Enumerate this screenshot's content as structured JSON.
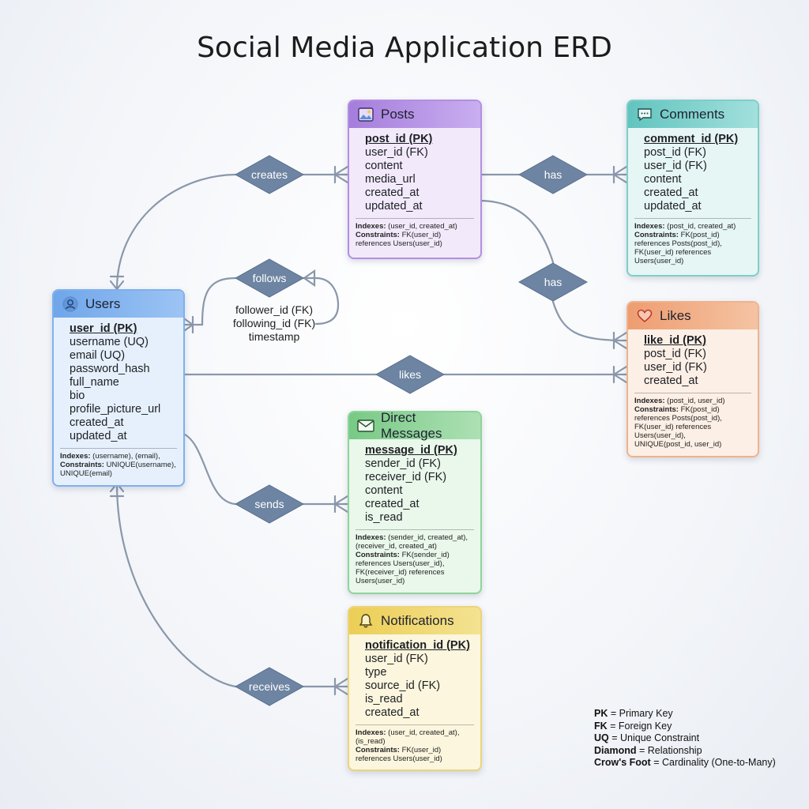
{
  "title": "Social Media Application ERD",
  "colors": {
    "line": "#8a97ab",
    "diamond": "#6d84a2"
  },
  "entities": {
    "users": {
      "name": "Users",
      "icon": "user-icon",
      "pk": "user_id (PK)",
      "fields": [
        "username (UQ)",
        "email (UQ)",
        "password_hash",
        "full_name",
        "bio",
        "profile_picture_url",
        "created_at",
        "updated_at"
      ],
      "meta": [
        {
          "k": "Indexes:",
          "v": " (username), (email),"
        },
        {
          "k": "Constraints:",
          "v": " UNIQUE(username),"
        },
        {
          "k": "",
          "v": "UNIQUE(email)"
        }
      ],
      "color": "#4d8fe0"
    },
    "posts": {
      "name": "Posts",
      "icon": "image-icon",
      "pk": "post_id (PK)",
      "fields": [
        "user_id (FK)",
        "content",
        "media_url",
        "created_at",
        "updated_at"
      ],
      "meta": [
        {
          "k": "Indexes:",
          "v": " (user_id, created_at)"
        },
        {
          "k": "Constraints:",
          "v": " FK(user_id)"
        },
        {
          "k": "",
          "v": "references Users(user_id)"
        }
      ],
      "color": "#a073d8"
    },
    "comments": {
      "name": "Comments",
      "icon": "comment-icon",
      "pk": "comment_id (PK)",
      "fields": [
        "post_id (FK)",
        "user_id (FK)",
        "content",
        "created_at",
        "updated_at"
      ],
      "meta": [
        {
          "k": "Indexes:",
          "v": " (post_id, created_at)"
        },
        {
          "k": "Constraints:",
          "v": " FK(post_id)"
        },
        {
          "k": "",
          "v": "references Posts(post_id),"
        },
        {
          "k": "",
          "v": "FK(user_id) references"
        },
        {
          "k": "",
          "v": "Users(user_id)"
        }
      ],
      "color": "#4fbcb8"
    },
    "likes": {
      "name": "Likes",
      "icon": "heart-icon",
      "pk": "like_id (PK)",
      "fields": [
        "post_id (FK)",
        "user_id (FK)",
        "created_at"
      ],
      "meta": [
        {
          "k": "Indexes:",
          "v": " (post_id, user_id)"
        },
        {
          "k": "Constraints:",
          "v": " FK(post_id)"
        },
        {
          "k": "",
          "v": "references Posts(post_id),"
        },
        {
          "k": "",
          "v": "FK(user_id) references"
        },
        {
          "k": "",
          "v": "Users(user_id),"
        },
        {
          "k": "",
          "v": "UNIQUE(post_id, user_id)"
        }
      ],
      "color": "#ec9a6a"
    },
    "messages": {
      "name": "Direct Messages",
      "icon": "envelope-icon",
      "pk": "message_id (PK)",
      "fields": [
        "sender_id (FK)",
        "receiver_id (FK)",
        "content",
        "created_at",
        "is_read"
      ],
      "meta": [
        {
          "k": "Indexes:",
          "v": " (sender_id, created_at),"
        },
        {
          "k": "",
          "v": "(receiver_id, created_at)"
        },
        {
          "k": "Constraints:",
          "v": " FK(sender_id)"
        },
        {
          "k": "",
          "v": "references Users(user_id),"
        },
        {
          "k": "",
          "v": "FK(receiver_id) references"
        },
        {
          "k": "",
          "v": "Users(user_id)"
        }
      ],
      "color": "#6cc27a"
    },
    "notifications": {
      "name": "Notifications",
      "icon": "bell-icon",
      "pk": "notification_id (PK)",
      "fields": [
        "user_id (FK)",
        "type",
        "source_id (FK)",
        "is_read",
        "created_at"
      ],
      "meta": [
        {
          "k": "Indexes:",
          "v": " (user_id, created_at),"
        },
        {
          "k": "",
          "v": "(is_read)"
        },
        {
          "k": "Constraints:",
          "v": " FK(user_id)"
        },
        {
          "k": "",
          "v": "references Users(user_id)"
        }
      ],
      "color": "#e7c84b"
    }
  },
  "relationships": {
    "creates": "creates",
    "has_comments": "has",
    "has_likes": "has",
    "follows": "follows",
    "likes": "likes",
    "sends": "sends",
    "receives": "receives"
  },
  "follows_attributes": [
    "follower_id (FK)",
    "following_id (FK)",
    "timestamp"
  ],
  "legend": [
    {
      "k": "PK",
      "v": " = Primary Key"
    },
    {
      "k": "FK",
      "v": " = Foreign Key"
    },
    {
      "k": "UQ",
      "v": " = Unique Constraint"
    },
    {
      "k": "Diamond",
      "v": " = Relationship"
    },
    {
      "k": "Crow's Foot",
      "v": " = Cardinality (One-to-Many)"
    }
  ]
}
